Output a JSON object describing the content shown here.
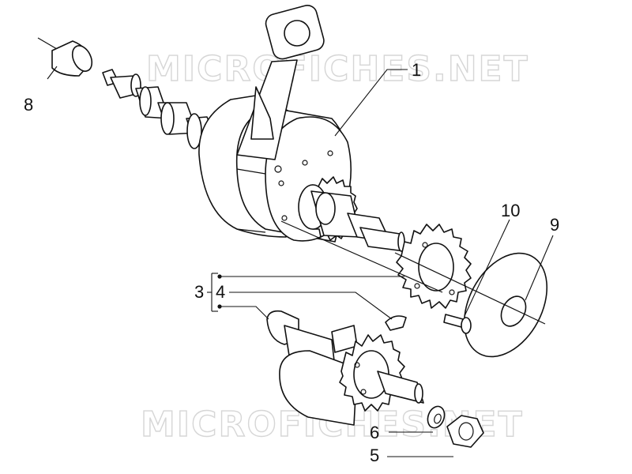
{
  "watermark": {
    "top_text": "MICROFICHES.NET",
    "bottom_text": "MICROFICHES.NET"
  },
  "callouts": {
    "c1": "1",
    "c3": "3",
    "c4": "4",
    "c5": "5",
    "c6": "6",
    "c8": "8",
    "c9": "9",
    "c10": "10"
  },
  "colors": {
    "line": "#111111",
    "watermark": "#d6d6d6",
    "background": "#ffffff"
  }
}
